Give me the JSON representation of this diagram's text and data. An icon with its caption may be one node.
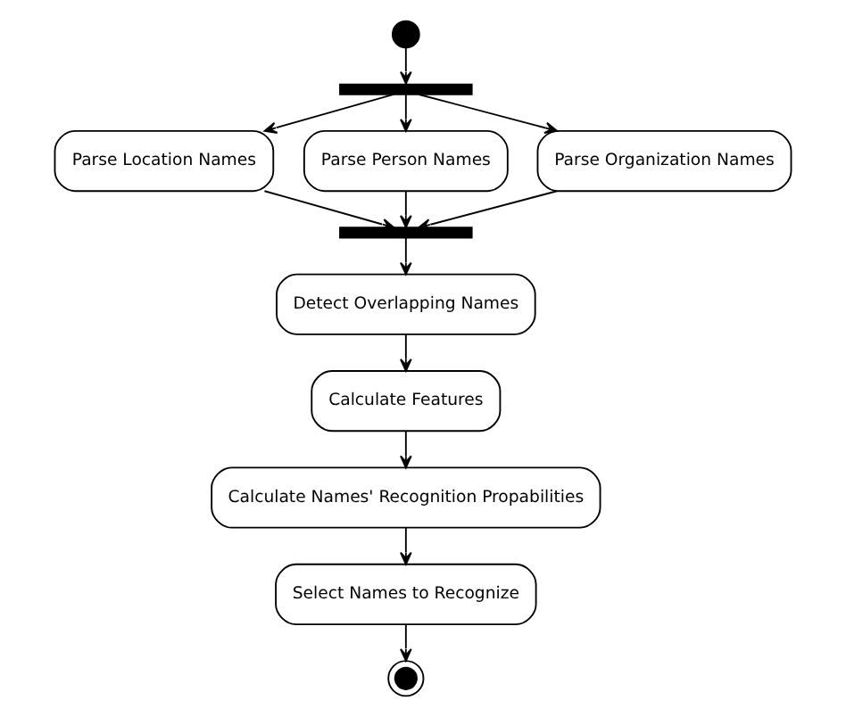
{
  "diagram": {
    "nodes": [
      {
        "text": [],
        "shape": "circle"
      },
      {
        "text": [],
        "shape": "bar"
      },
      {
        "text": [
          "Parse Location Names"
        ]
      },
      {
        "text": [
          "Parse Person Names"
        ]
      },
      {
        "text": [
          "Parse Organization Names"
        ]
      },
      {
        "text": [],
        "shape": "bar"
      },
      {
        "text": [
          "Detect Overlapping Names"
        ]
      },
      {
        "text": [
          "Calculate Features"
        ]
      },
      {
        "text": [
          "Calculate Names' Recognition Propabilities"
        ]
      },
      {
        "text": [
          "Select Names to Recognize"
        ]
      },
      {
        "text": [],
        "shape": "bullseye"
      }
    ],
    "edges": [
      {
        "from": 0,
        "to": 1,
        "arrow": "to"
      },
      {
        "from": 1,
        "to": 2,
        "arrow": "to"
      },
      {
        "from": 1,
        "to": 3,
        "arrow": "to"
      },
      {
        "from": 1,
        "to": 4,
        "arrow": "to"
      },
      {
        "from": 2,
        "to": 5,
        "arrow": "to"
      },
      {
        "from": 3,
        "to": 5,
        "arrow": "to"
      },
      {
        "from": 4,
        "to": 5,
        "arrow": "to"
      },
      {
        "from": 5,
        "to": 6,
        "arrow": "to"
      },
      {
        "from": 6,
        "to": 7,
        "arrow": "to"
      },
      {
        "from": 7,
        "to": 8,
        "arrow": "to"
      },
      {
        "from": 8,
        "to": 9,
        "arrow": "to"
      },
      {
        "from": 9,
        "to": 10,
        "arrow": "to"
      }
    ]
  }
}
